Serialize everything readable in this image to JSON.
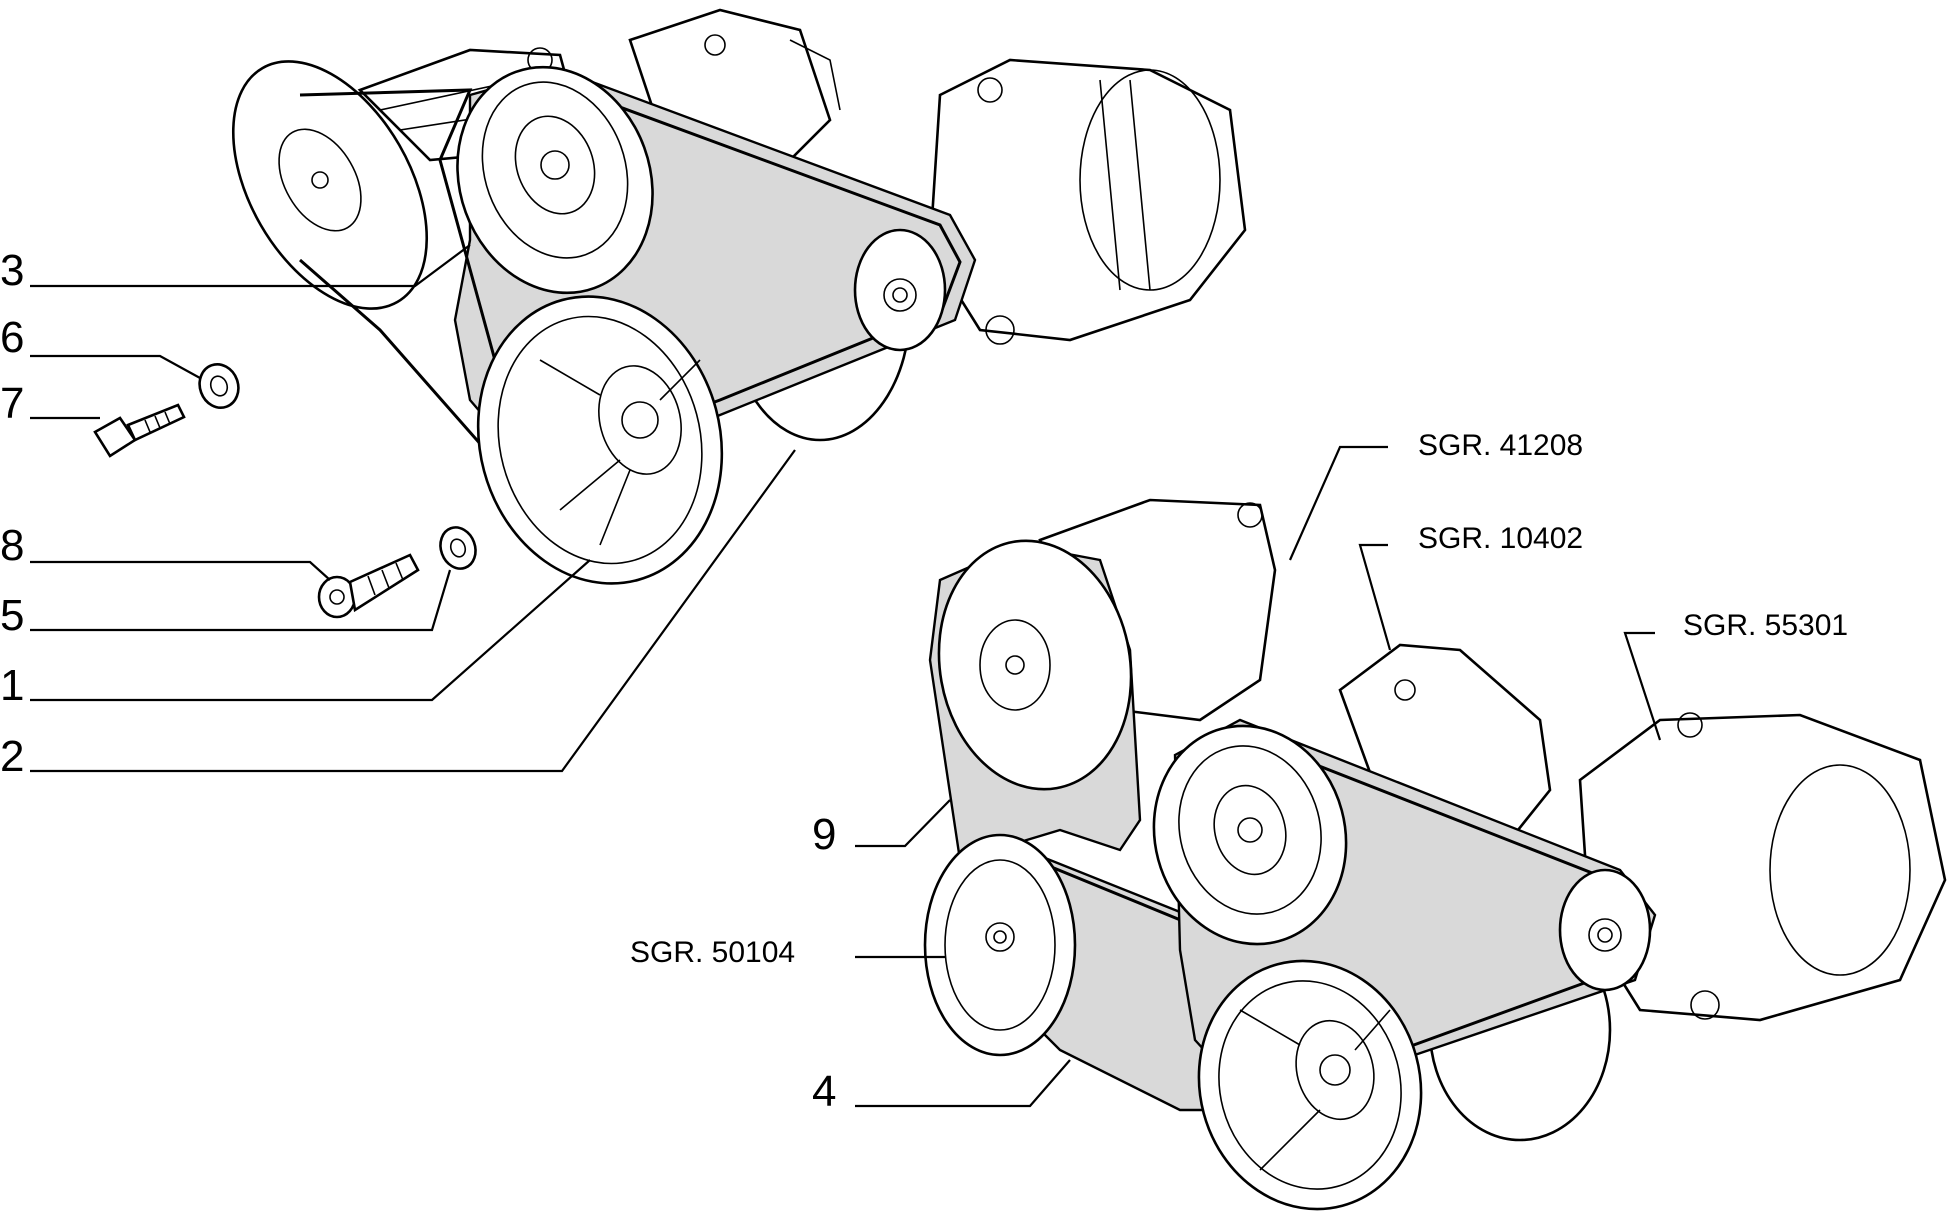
{
  "callouts": {
    "n1": "1",
    "n2": "2",
    "n3": "3",
    "n4": "4",
    "n5": "5",
    "n6": "6",
    "n7": "7",
    "n8": "8",
    "n9": "9"
  },
  "references": {
    "r41208": "SGR. 41208",
    "r10402": "SGR. 10402",
    "r55301": "SGR. 55301",
    "r50104": "SGR. 50104"
  }
}
